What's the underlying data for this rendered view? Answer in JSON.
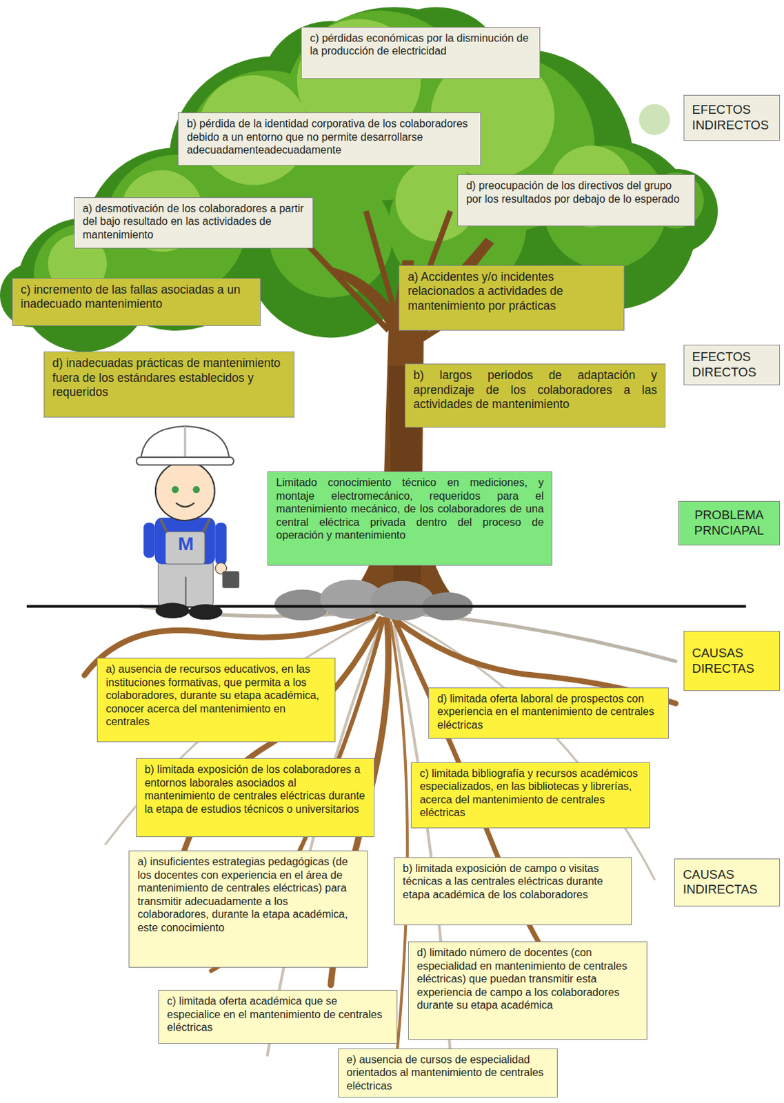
{
  "diagram": {
    "nodes": [
      {
        "text": [
          "c) pérdidas económicas por la disminución de la producción de electricidad"
        ]
      },
      {
        "text": [
          "EFECTOS INDIRECTOS"
        ]
      },
      {
        "text": [
          "b) pérdida de la identidad corporativa de los colaboradores debido a un entorno que no permite desarrollarse adecuadamenteadecuadamente"
        ]
      },
      {
        "text": [
          "d) preocupación de los directivos del grupo por los resultados por debajo de lo esperado"
        ]
      },
      {
        "text": [
          "a) desmotivación de los colaboradores a partir del bajo resultado en las actividades de mantenimiento"
        ]
      },
      {
        "text": [
          "a) Accidentes y/o incidentes relacionados a actividades de mantenimiento por prácticas"
        ]
      },
      {
        "text": [
          "c) incremento de las fallas asociadas a un inadecuado mantenimiento"
        ]
      },
      {
        "text": [
          "EFECTOS DIRECTOS"
        ]
      },
      {
        "text": [
          "d) inadecuadas prácticas de mantenimiento fuera de los estándares establecidos y requeridos"
        ]
      },
      {
        "text": [
          "b) largos periodos de adaptación y aprendizaje de los colaboradores a las actividades de mantenimiento"
        ]
      },
      {
        "text": [
          "Limitado conocimiento técnico en mediciones, y montaje electromecánico, requeridos para el mantenimiento mecánico, de los colaboradores de una central eléctrica privada dentro del proceso de operación y mantenimiento"
        ]
      },
      {
        "text": [
          "PROBLEMA PRNCIAPAL"
        ]
      },
      {
        "text": [
          "CAUSAS DIRECTAS"
        ]
      },
      {
        "text": [
          "a) ausencia de recursos educativos, en las instituciones formativas, que permita a los colaboradores, durante su etapa académica, conocer acerca del mantenimiento en centrales"
        ]
      },
      {
        "text": [
          "d) limitada oferta laboral de prospectos con experiencia en el mantenimiento de centrales eléctricas"
        ]
      },
      {
        "text": [
          "b) limitada exposición de los colaboradores a entornos laborales asociados al mantenimiento de centrales eléctricas durante la etapa de estudios técnicos o universitarios"
        ]
      },
      {
        "text": [
          "c) limitada bibliografía y recursos académicos especializados, en las bibliotecas y librerías, acerca del mantenimiento de centrales eléctricas"
        ]
      },
      {
        "text": [
          "CAUSAS INDIRECTAS"
        ]
      },
      {
        "text": [
          "a) insuficientes estrategias pedagógicas (de los docentes con experiencia en el área de mantenimiento de centrales eléctricas) para transmitir adecuadamente a los colaboradores, durante la etapa académica, este conocimiento"
        ]
      },
      {
        "text": [
          "b) limitada exposición de campo o visitas técnicas a las centrales eléctricas durante etapa académica de los colaboradores"
        ]
      },
      {
        "text": [
          "d) limitado número de docentes (con especialidad en mantenimiento de centrales eléctricas) que puedan transmitir esta experiencia de campo a los colaboradores durante su etapa académica"
        ]
      },
      {
        "text": [
          "c) limitada oferta académica que se especialice en el mantenimiento de centrales eléctricas"
        ]
      },
      {
        "text": [
          "e) ausencia de cursos de especialidad orientados al mantenimiento de centrales eléctricas"
        ]
      }
    ],
    "labels": [
      "M"
    ]
  }
}
